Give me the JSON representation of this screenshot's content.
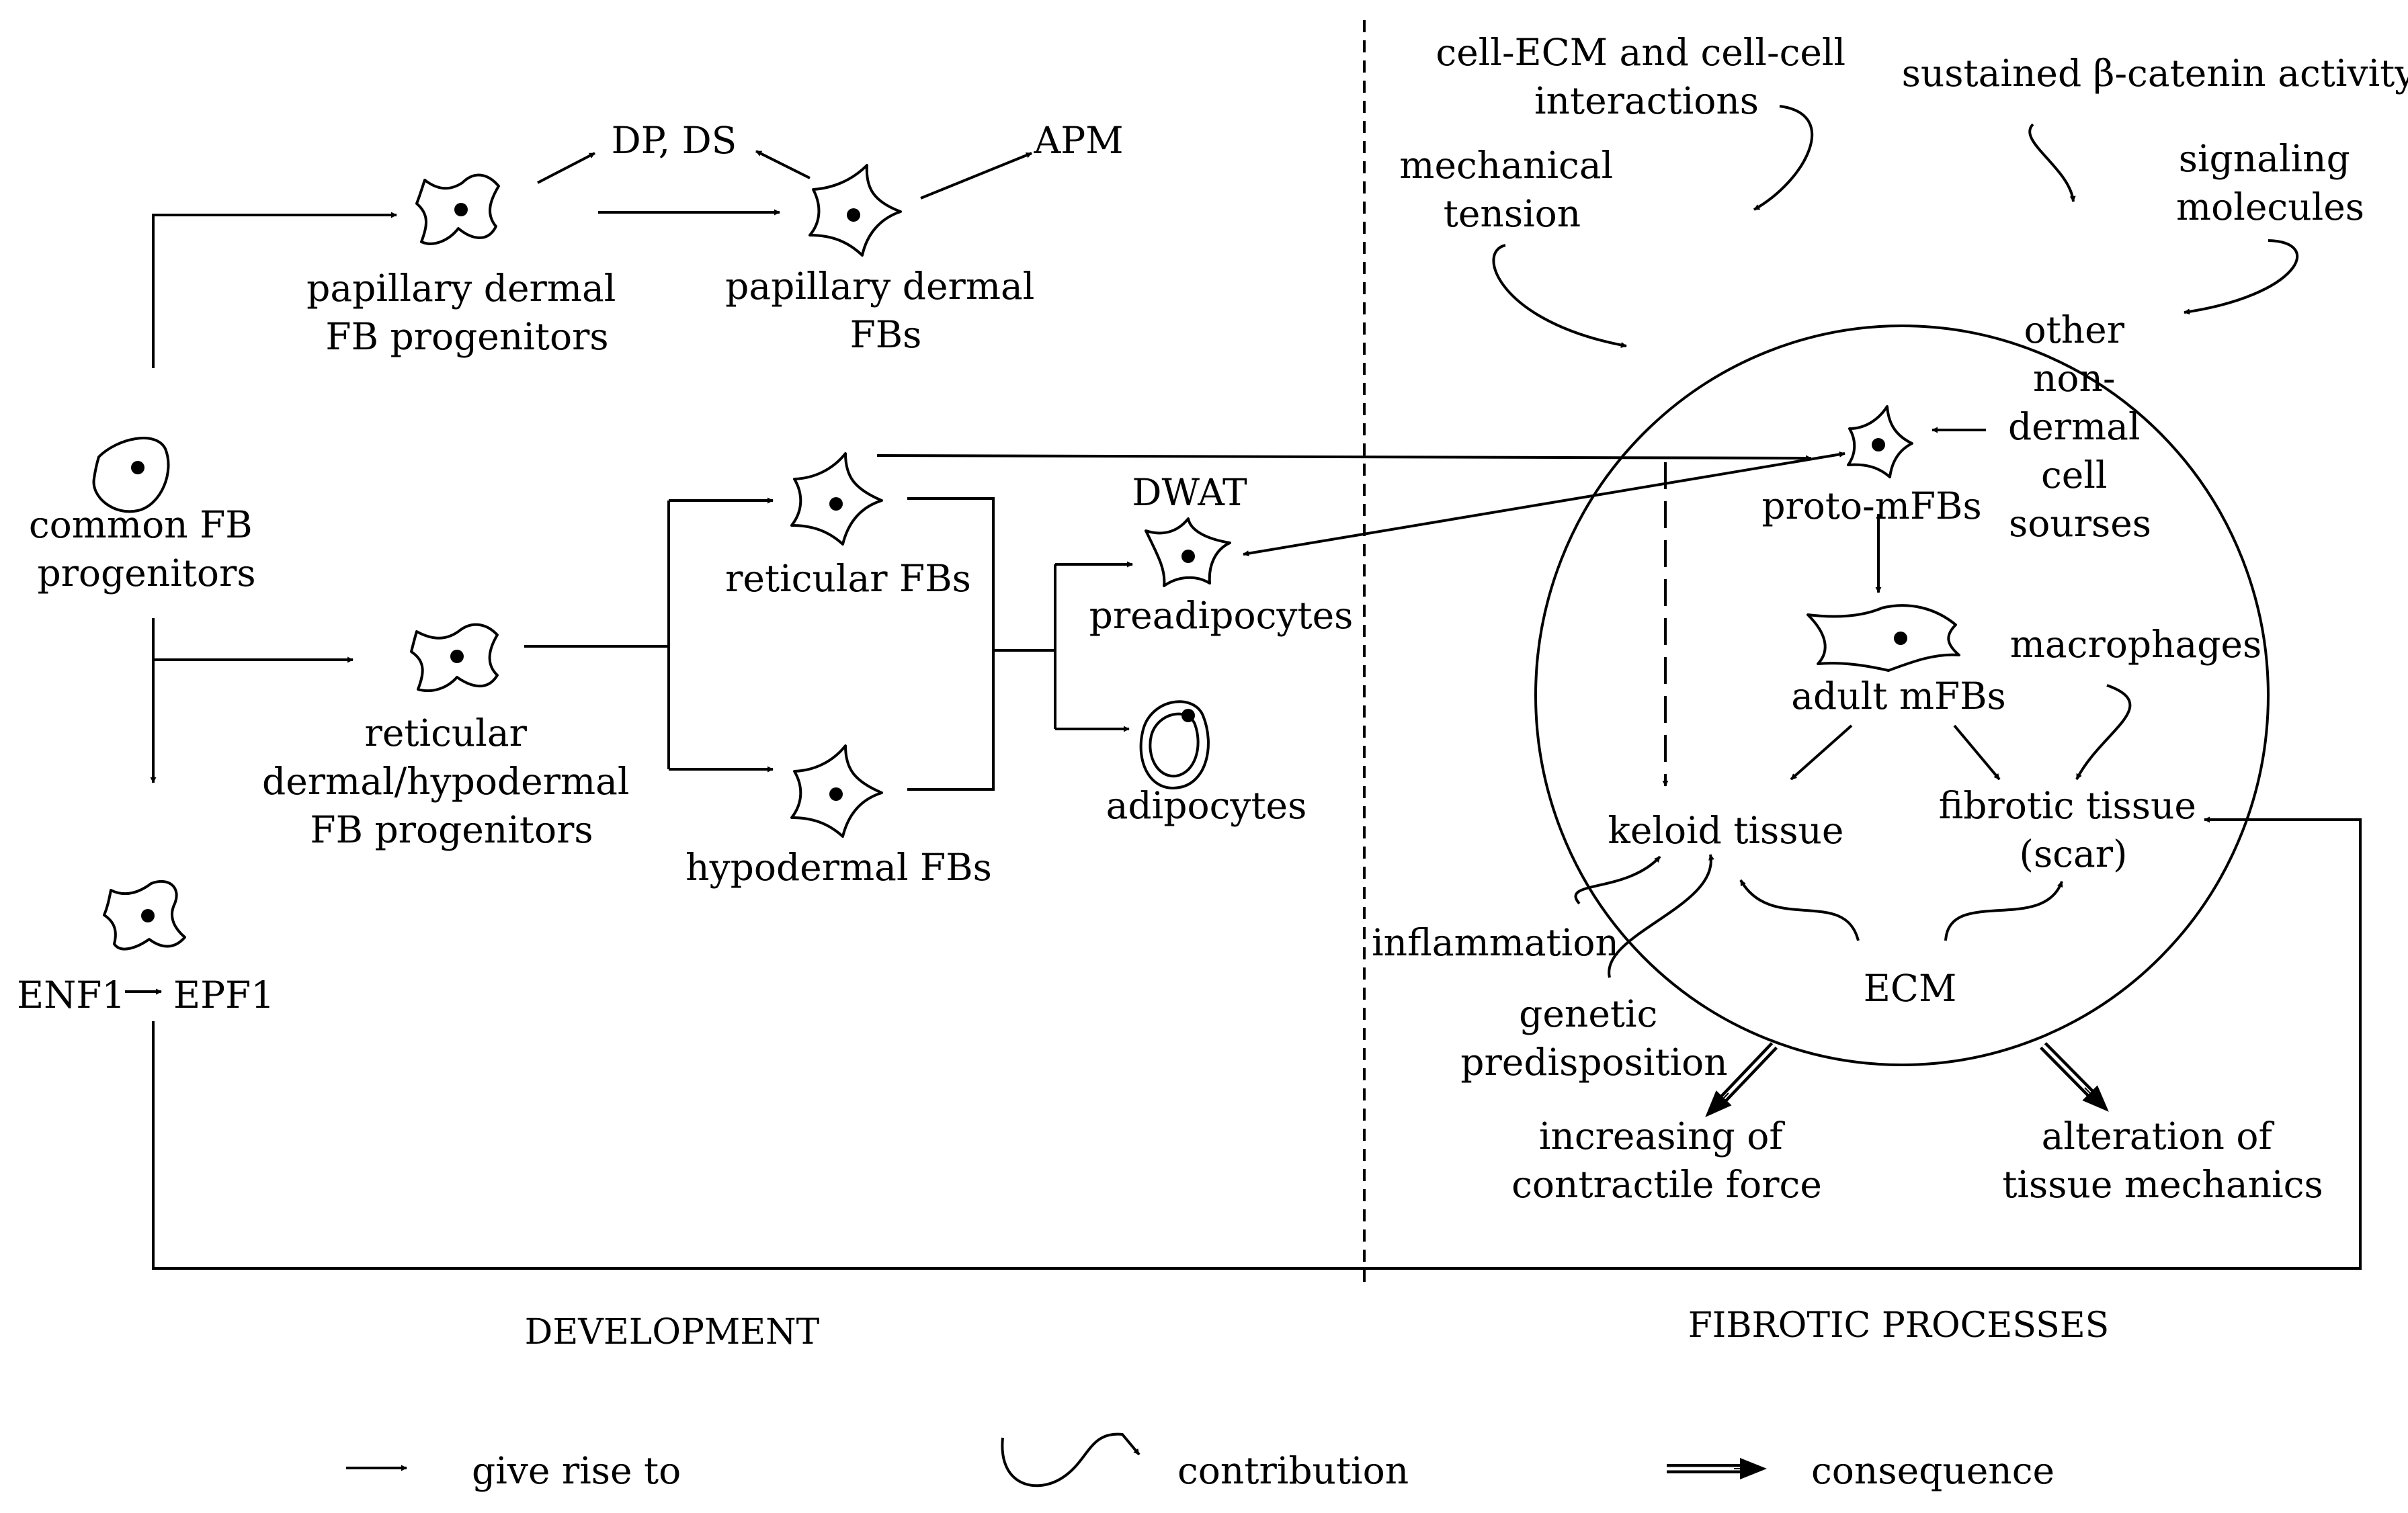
{
  "labels": {
    "dp_ds": "DP, DS",
    "apm": "APM",
    "papillary_progenitors": [
      "papillary dermal",
      "FB progenitors"
    ],
    "papillary_fbs": [
      "papillary dermal",
      "FBs"
    ],
    "common_progenitors": [
      "common FB",
      "progenitors"
    ],
    "reticular_fbs": "reticular FBs",
    "dwat": "DWAT",
    "preadipocytes": "preadipocytes",
    "reticular_progenitors": [
      "reticular",
      "dermal/hypodermal",
      "FB progenitors"
    ],
    "hypodermal_fbs": "hypodermal FBs",
    "adipocytes": "adipocytes",
    "enf1": "ENF1",
    "epf1": "EPF1",
    "cell_ecm": [
      "cell-ECM and cell-cell",
      "interactions"
    ],
    "beta_catenin": "sustained β-catenin activity",
    "mechanical_tension": [
      "mechanical",
      "tension"
    ],
    "signaling_molecules": [
      "signaling",
      "molecules"
    ],
    "other_sources": [
      "other",
      "non-",
      "dermal",
      "cell",
      "sourses"
    ],
    "proto_mfbs": "proto-mFBs",
    "adult_mfbs": "adult mFBs",
    "macrophages": "macrophages",
    "keloid_tissue": "keloid tissue",
    "fibrotic_tissue": [
      "fibrotic tissue",
      "(scar)"
    ],
    "inflammation": "inflammation",
    "genetic_predisposition": [
      "genetic",
      "predisposition"
    ],
    "ecm": "ECM",
    "contractile_force": [
      "increasing of",
      "contractile force"
    ],
    "tissue_mechanics": [
      "alteration of",
      "tissue mechanics"
    ]
  },
  "sections": {
    "development": "DEVELOPMENT",
    "fibrotic": "FIBROTIC PROCESSES"
  },
  "legend": {
    "give_rise_to": "give rise to",
    "contribution": "contribution",
    "consequence": "consequence"
  }
}
